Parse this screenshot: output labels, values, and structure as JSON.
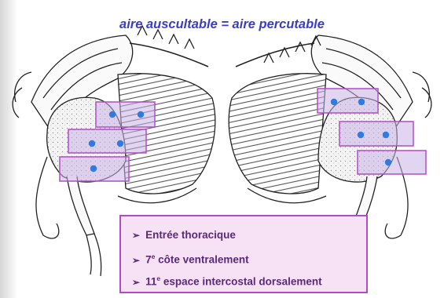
{
  "title": "aire auscultable = aire percutable",
  "callout": {
    "items": [
      {
        "arrow": "➢",
        "pre": "Entrée thoracique",
        "sup": "",
        "post": ""
      },
      {
        "arrow": "➢",
        "pre": "7",
        "sup": "e",
        "post": " côte ventralement"
      },
      {
        "arrow": "➢",
        "pre": "11",
        "sup": "e",
        "post": " espace intercostal dorsalement"
      }
    ]
  },
  "colors": {
    "title": "#3c3ec0",
    "zone_border": "#b04dc4",
    "zone_fill": "#c9b3e8",
    "dot": "#2f7be0",
    "callout_bg": "#f7e2f5",
    "callout_text": "#5a2a7a"
  },
  "figures": [
    {
      "name": "left-thorax-drawing",
      "zones": 3,
      "dots_per_zone": [
        2,
        2,
        1
      ]
    },
    {
      "name": "right-thorax-drawing",
      "zones": 3,
      "dots_per_zone": [
        2,
        2,
        1
      ]
    }
  ]
}
